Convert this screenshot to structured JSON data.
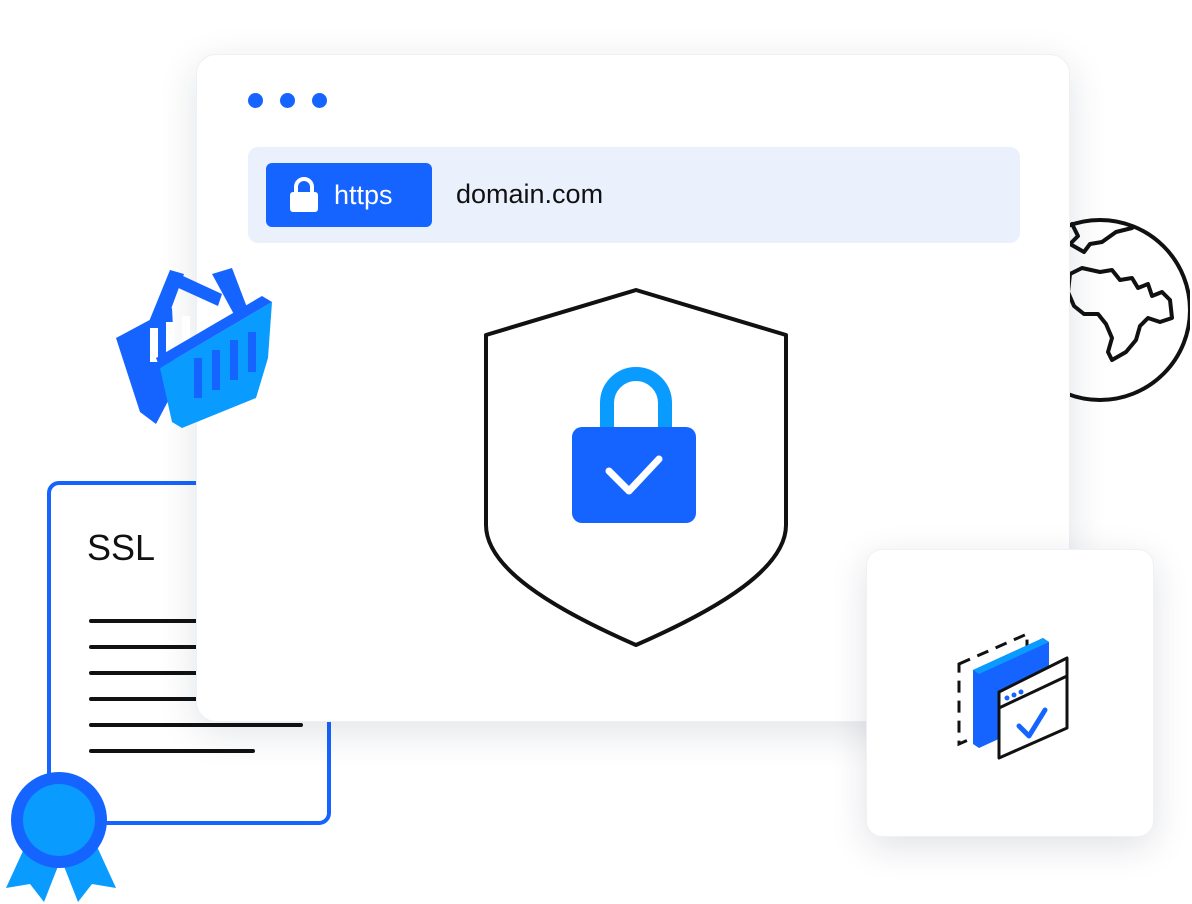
{
  "address_bar": {
    "protocol_label": "https",
    "domain": "domain.com"
  },
  "certificate": {
    "title": "SSL"
  },
  "window_controls": {
    "dots": 3
  },
  "icons": {
    "lock": "lock-icon",
    "shield": "shield-lock-check-icon",
    "basket": "shopping-basket-icon",
    "globe": "globe-icon",
    "ribbon": "award-ribbon-icon",
    "windows": "browser-windows-check-icon"
  },
  "colors": {
    "accent": "#1664ff",
    "accent_light": "#0a9bff",
    "url_bg": "#eaf1fd",
    "stroke": "#111111"
  }
}
